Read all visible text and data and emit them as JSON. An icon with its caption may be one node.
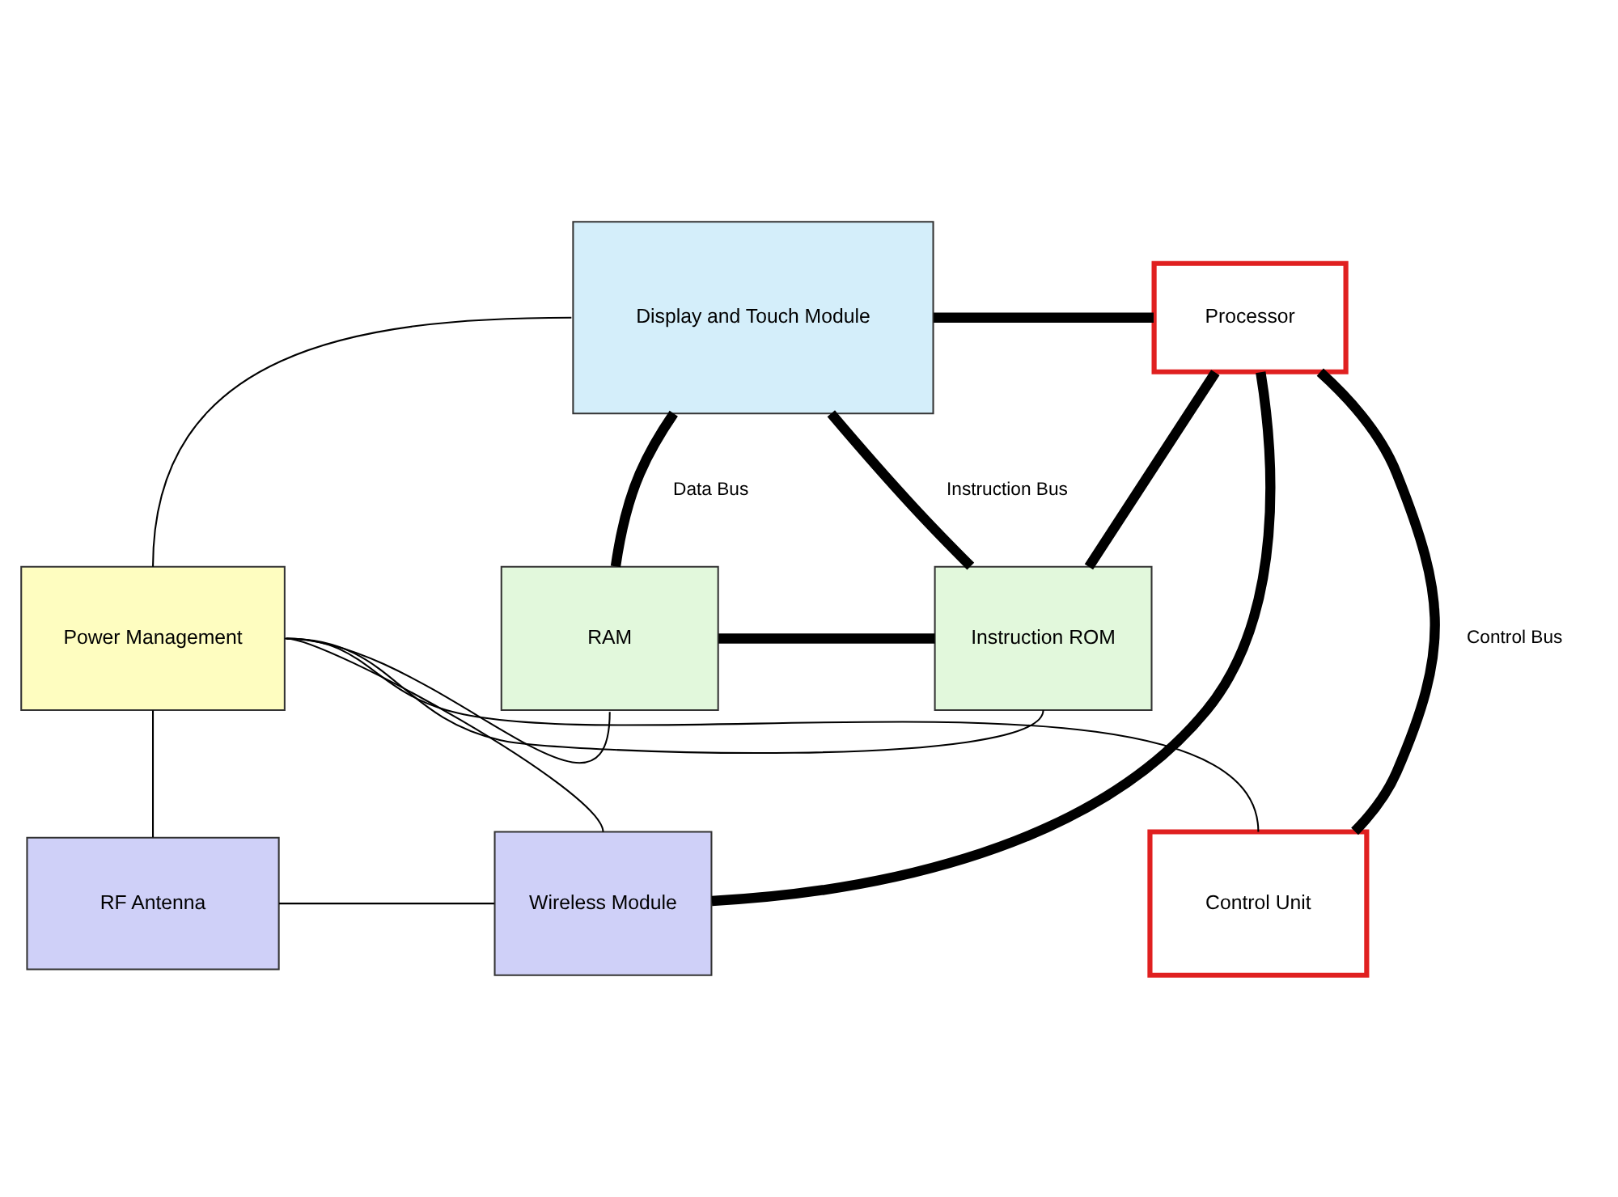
{
  "diagram": {
    "nodes": [
      {
        "text": [
          "Display and Touch Module"
        ]
      },
      {
        "text": [
          "Processor"
        ]
      },
      {
        "text": [
          "RAM"
        ]
      },
      {
        "text": [
          "Instruction ROM"
        ]
      },
      {
        "text": [
          "Power Management"
        ]
      },
      {
        "text": [
          "RF Antenna"
        ]
      },
      {
        "text": [
          "Wireless Module"
        ]
      },
      {
        "text": [
          "Control Unit"
        ]
      }
    ],
    "edges": [
      {
        "from": 0,
        "to": 4,
        "arrow": "none"
      },
      {
        "from": 0,
        "to": 1,
        "arrow": "none",
        "style": "thick"
      },
      {
        "from": 0,
        "to": 2,
        "arrow": "none",
        "style": "thick",
        "label": "Data Bus"
      },
      {
        "from": 0,
        "to": 3,
        "arrow": "none",
        "style": "thick",
        "label": "Instruction Bus"
      },
      {
        "from": 2,
        "to": 3,
        "arrow": "none",
        "style": "thick"
      },
      {
        "from": 3,
        "to": 1,
        "arrow": "none",
        "style": "thick"
      },
      {
        "from": 7,
        "to": 1,
        "arrow": "none",
        "style": "thick",
        "label": "Control Bus"
      },
      {
        "from": 4,
        "to": 2,
        "arrow": "none"
      },
      {
        "from": 4,
        "to": 3,
        "arrow": "none"
      },
      {
        "from": 4,
        "to": 7,
        "arrow": "none"
      },
      {
        "from": 4,
        "to": 6,
        "arrow": "none"
      },
      {
        "from": 4,
        "to": 5,
        "arrow": "none"
      },
      {
        "from": 5,
        "to": 6,
        "arrow": "none"
      },
      {
        "from": 6,
        "to": 1,
        "arrow": "none",
        "style": "thick"
      }
    ]
  }
}
